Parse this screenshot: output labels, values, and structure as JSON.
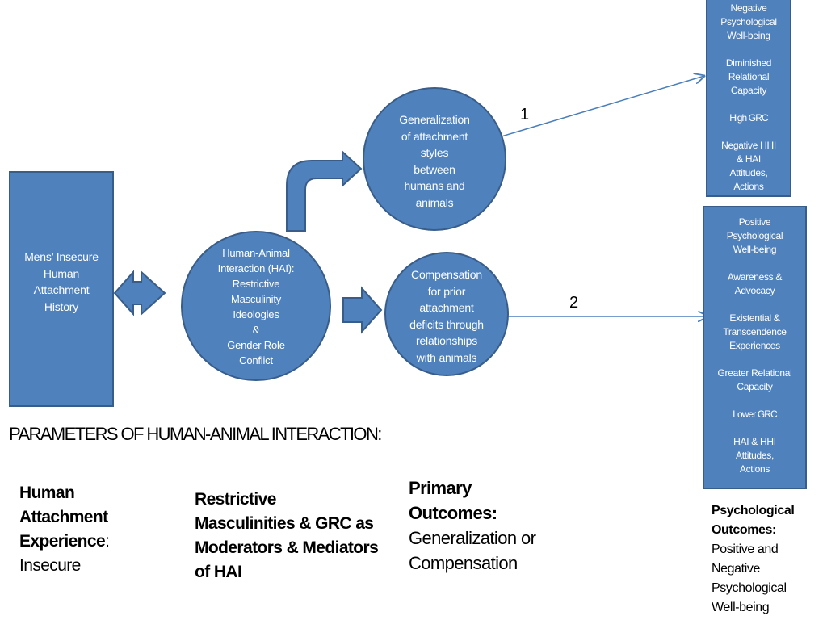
{
  "colors": {
    "fill": "#4f81bd",
    "stroke": "#385d8a",
    "connector": "#4a7ebb",
    "text_on_shape": "#ffffff",
    "text": "#000000"
  },
  "nodes": {
    "history_box": "Mens’ Insecure\nHuman\nAttachment\nHistory",
    "hai_circle": "Human-Animal\nInteraction (HAI):\nRestrictive\nMasculinity\nIdeologies\n&\nGender Role\nConflict",
    "generalization_circle": "Generalization\nof attachment\nstyles\nbetween\nhumans and\nanimals",
    "compensation_circle": "Compensation\nfor prior\nattachment\ndeficits through\nrelationships\nwith animals"
  },
  "paths": {
    "path1_label": "1",
    "path2_label": "2"
  },
  "negative_outcomes": [
    "Negative\nPsychological\nWell-being",
    "Diminished\nRelational\nCapacity",
    "High GRC",
    "Negative HHI\n& HAI\nAttitudes,\nActions"
  ],
  "positive_outcomes": [
    "Positive\nPsychological\nWell-being",
    "Awareness &\nAdvocacy",
    "Existential  &\nTranscendence\nExperiences",
    "Greater Relational\nCapacity",
    "Lower GRC",
    "HAI & HHI\nAttitudes,\nActions"
  ],
  "parameters": {
    "title": "PARAMETERS OF HUMAN-ANIMAL  INTERACTION:",
    "col1": {
      "bold": "Human Attachment Experience",
      "suffix": ":",
      "normal": "Insecure"
    },
    "col2": {
      "bold": "Restrictive Masculinities & GRC as Moderators  & Mediators of HAI"
    },
    "col3": {
      "bold": "Primary Outcomes:",
      "normal": "Generalization or Compensation"
    },
    "col4": {
      "bold": "Psychological Outcomes:",
      "normal": "Positive and Negative Psychological Well-being"
    }
  }
}
